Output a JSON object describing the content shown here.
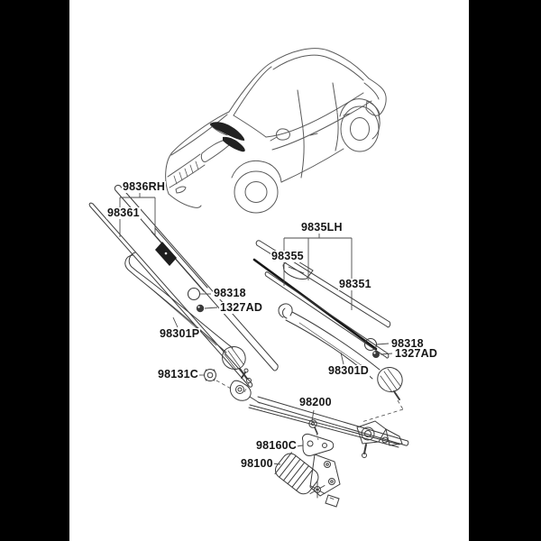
{
  "page": {
    "background": "#ffffff",
    "letterbox_color": "#000000"
  },
  "diagram": {
    "kind": "vehicle-windshield-wiper-parts-diagram",
    "line_color": "#4a4a4a",
    "dark_fill": "#1d1d1d",
    "label_color": "#151515"
  },
  "icons": {
    "pivot_cap": "open-circle-icon",
    "mounting_bolt": "filled-circle-bolt-icon",
    "pivot_nut": "hex-nut-icon",
    "assembly_link": "dashed-line"
  },
  "part_labels": [
    {
      "text": "9836RH"
    },
    {
      "text": "98361"
    },
    {
      "text": "9835LH"
    },
    {
      "text": "98355"
    },
    {
      "text": "98351"
    },
    {
      "text": "98318"
    },
    {
      "text": "1327AD"
    },
    {
      "text": "98301P"
    },
    {
      "text": "98131C"
    },
    {
      "text": "98318"
    },
    {
      "text": "1327AD"
    },
    {
      "text": "98301D"
    },
    {
      "text": "98200"
    },
    {
      "text": "98160C"
    },
    {
      "text": "98100"
    }
  ]
}
